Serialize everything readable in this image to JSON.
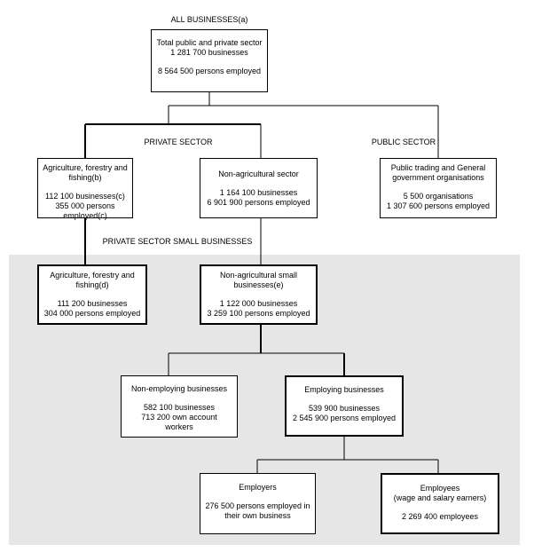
{
  "headings": {
    "all_businesses": "ALL BUSINESSES(a)",
    "private_sector": "PRIVATE SECTOR",
    "public_sector": "PUBLIC SECTOR",
    "private_small": "PRIVATE SECTOR SMALL BUSINESSES"
  },
  "boxes": {
    "total": {
      "line1": "Total public and private sector",
      "line2": "1 281 700 businesses",
      "line3": "8 564 500 persons employed"
    },
    "agriculture": {
      "line1": "Agriculture, forestry and",
      "line2": "fishing(b)",
      "line3": "112 100 businesses(c)",
      "line4": "355 000 persons employed(c)"
    },
    "non_agricultural": {
      "line1": "Non-agricultural sector",
      "line2": "1 164 100 businesses",
      "line3": "6 901 900 persons employed"
    },
    "public": {
      "line1": "Public trading and General",
      "line2": "government organisations",
      "line3": "5 500 organisations",
      "line4": "1 307 600 persons employed"
    },
    "agriculture_small": {
      "line1": "Agriculture, forestry and",
      "line2": "fishing(d)",
      "line3": "111 200 businesses",
      "line4": "304 000 persons employed"
    },
    "non_agricultural_small": {
      "line1": "Non-agricultural small",
      "line2": "businesses(e)",
      "line3": "1 122 000 businesses",
      "line4": "3 259 100 persons employed"
    },
    "non_employing": {
      "line1": "Non-employing businesses",
      "line2": "582 100 businesses",
      "line3": "713 200 own account",
      "line4": "workers"
    },
    "employing": {
      "line1": "Employing businesses",
      "line2": "539 900 businesses",
      "line3": "2 545 900 persons employed"
    },
    "employers": {
      "line1": "Employers",
      "line2": "276 500 persons employed in",
      "line3": "their own business"
    },
    "employees": {
      "line1": "Employees",
      "line2": "(wage and salary earners)",
      "line3": "2 269 400 employees"
    }
  },
  "colors": {
    "shade": "#e6e6e6",
    "line": "#000000"
  }
}
